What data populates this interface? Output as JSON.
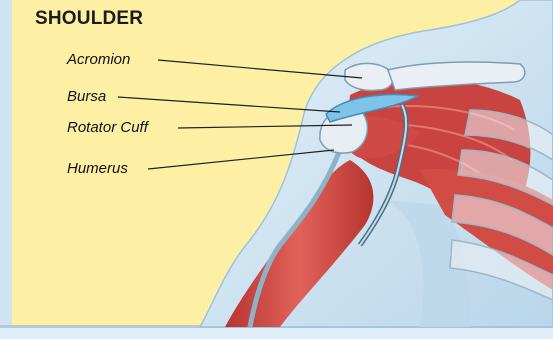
{
  "diagram": {
    "title": "SHOULDER",
    "labels": [
      {
        "id": "acromion",
        "text": "Acromion"
      },
      {
        "id": "bursa",
        "text": "Bursa"
      },
      {
        "id": "rotator-cuff",
        "text": "Rotator Cuff"
      },
      {
        "id": "humerus",
        "text": "Humerus"
      }
    ]
  },
  "colors": {
    "background_panel": "#fdf0a4",
    "side_stripe": "#cfe3f4",
    "skin_silhouette": "#cde3f1",
    "muscle": "#d8534c",
    "bone": "#e6edf3",
    "bursa": "#7fc4e8",
    "rib_glass": "#e9eef3"
  }
}
